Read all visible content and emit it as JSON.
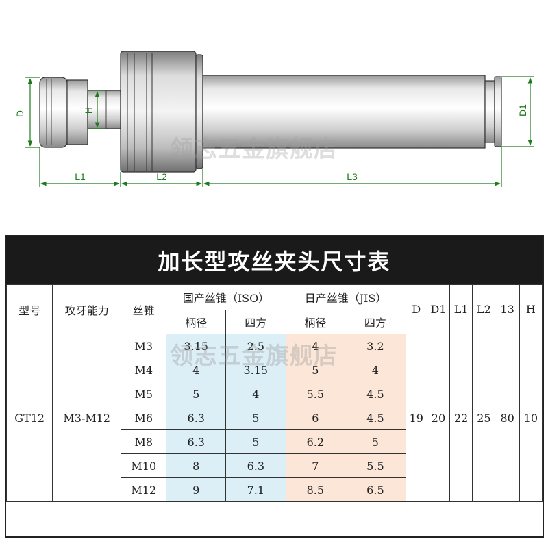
{
  "drawing": {
    "labels": {
      "d": "D",
      "h": "H",
      "d1": "D1",
      "l1": "L1",
      "l2": "L2",
      "l3": "L3"
    },
    "dimension_color": "#1e7a1e"
  },
  "watermark": "领志五金旗舰店",
  "table": {
    "title": "加长型攻丝夹头尺寸表",
    "headers": {
      "model": "型号",
      "capacity": "攻牙能力",
      "tap": "丝锥",
      "iso_group": "国产丝锥（ISO）",
      "jis_group": "日产丝锥（JIS）",
      "shank": "柄径",
      "square": "四方",
      "d": "D",
      "d1": "D1",
      "l1": "L1",
      "l2": "L2",
      "l3": "13",
      "h": "H"
    },
    "model": "GT12",
    "capacity": "M3-M12",
    "rows": [
      {
        "tap": "M3",
        "iso_shank": "3.15",
        "iso_square": "2.5",
        "jis_shank": "4",
        "jis_square": "3.2"
      },
      {
        "tap": "M4",
        "iso_shank": "4",
        "iso_square": "3.15",
        "jis_shank": "5",
        "jis_square": "4"
      },
      {
        "tap": "M5",
        "iso_shank": "5",
        "iso_square": "4",
        "jis_shank": "5.5",
        "jis_square": "4.5"
      },
      {
        "tap": "M6",
        "iso_shank": "6.3",
        "iso_square": "5",
        "jis_shank": "6",
        "jis_square": "4.5"
      },
      {
        "tap": "M8",
        "iso_shank": "6.3",
        "iso_square": "5",
        "jis_shank": "6.2",
        "jis_square": "5"
      },
      {
        "tap": "M10",
        "iso_shank": "8",
        "iso_square": "6.3",
        "jis_shank": "7",
        "jis_square": "5.5"
      },
      {
        "tap": "M12",
        "iso_shank": "9",
        "iso_square": "7.1",
        "jis_shank": "8.5",
        "jis_square": "6.5"
      }
    ],
    "dims": {
      "d": "19",
      "d1": "20",
      "l1": "22",
      "l2": "25",
      "l3": "80",
      "h": "10"
    },
    "colors": {
      "iso_bg": "#dceff6",
      "jis_bg": "#fbe6d8",
      "title_bg": "#1a1a1a"
    }
  }
}
